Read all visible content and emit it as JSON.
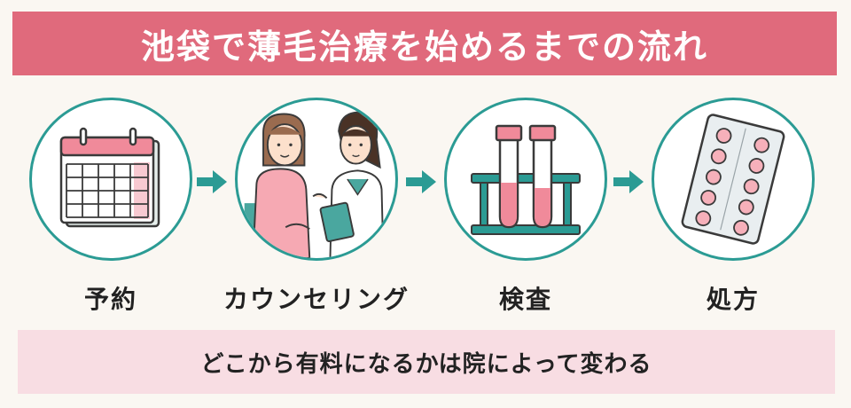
{
  "title": "池袋で薄毛治療を始めるまでの流れ",
  "steps": [
    {
      "label": "予約",
      "icon": "calendar-icon"
    },
    {
      "label": "カウンセリング",
      "icon": "consultation-icon"
    },
    {
      "label": "検査",
      "icon": "test-tube-icon"
    },
    {
      "label": "処方",
      "icon": "pill-pack-icon"
    }
  ],
  "note": "どこから有料になるかは院によって変わる",
  "colors": {
    "banner": "#e06a7c",
    "teal": "#2b9b94",
    "pink": "#f08a9a",
    "note_bg": "#f8dde3",
    "background": "#faf7f2"
  }
}
